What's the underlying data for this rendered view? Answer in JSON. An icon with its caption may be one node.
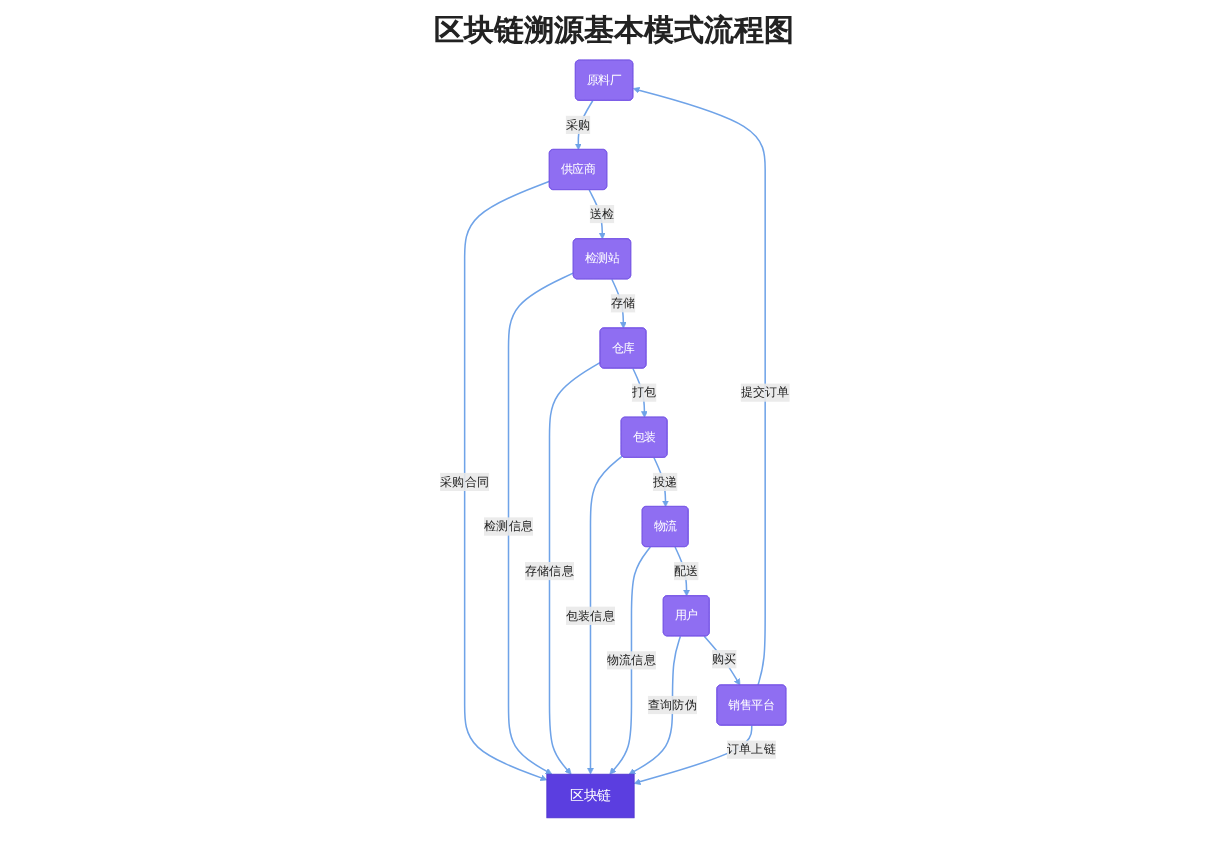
{
  "diagram": {
    "title": "区块链溯源基本模式流程图",
    "nodes": [
      {
        "text": [
          "原料厂"
        ]
      },
      {
        "text": [
          "供应商"
        ]
      },
      {
        "text": [
          "检测站"
        ]
      },
      {
        "text": [
          "仓库"
        ]
      },
      {
        "text": [
          "区块链"
        ]
      },
      {
        "text": [
          "销售平台"
        ]
      },
      {
        "text": [
          "用户"
        ]
      },
      {
        "text": [
          "物流"
        ]
      },
      {
        "text": [
          "包装"
        ]
      }
    ],
    "edges": [
      {
        "from": 0,
        "to": 1,
        "arrow": "to",
        "label": "采购"
      },
      {
        "from": 1,
        "to": 2,
        "arrow": "to",
        "label": "送检"
      },
      {
        "from": 2,
        "to": 3,
        "arrow": "to",
        "label": "存储"
      },
      {
        "from": 1,
        "to": 4,
        "arrow": "to",
        "label": "采购合同"
      },
      {
        "from": 2,
        "to": 4,
        "arrow": "to",
        "label": "检测信息"
      },
      {
        "from": 3,
        "to": 8,
        "arrow": "to",
        "label": "打包"
      },
      {
        "from": 3,
        "to": 4,
        "arrow": "to",
        "label": "存储信息"
      },
      {
        "from": 8,
        "to": 4,
        "arrow": "to",
        "label": "包装信息"
      },
      {
        "from": 8,
        "to": 7,
        "arrow": "to",
        "label": "投递"
      },
      {
        "from": 7,
        "to": 6,
        "arrow": "to",
        "label": "配送"
      },
      {
        "from": 6,
        "to": 5,
        "arrow": "to",
        "label": "购买"
      },
      {
        "from": 7,
        "to": 4,
        "arrow": "to",
        "label": "物流信息"
      },
      {
        "from": 6,
        "to": 4,
        "arrow": "to",
        "label": "查询防伪"
      },
      {
        "from": 5,
        "to": 0,
        "arrow": "to",
        "label": "提交订单"
      },
      {
        "from": 5,
        "to": 4,
        "arrow": "to",
        "label": "订单上链"
      }
    ]
  }
}
